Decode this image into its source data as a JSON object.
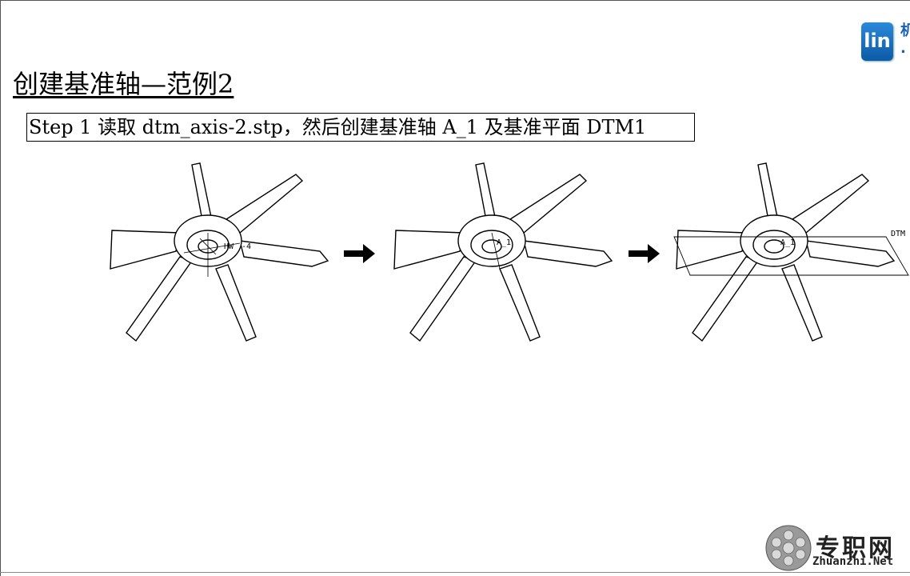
{
  "slide": {
    "title": "创建基准轴—范例2",
    "step": "Step 1    读取 dtm_axis-2.stp，然后创建基准轴 A_1 及基准平面 DTM1",
    "logo_text": "lin"
  },
  "figures": [
    {
      "labels": [
        "HW",
        "-4"
      ]
    },
    {
      "labels": [
        "A_1"
      ]
    },
    {
      "labels": [
        "A_1",
        "DTM"
      ]
    }
  ],
  "watermark": {
    "text": "专职网",
    "url": "Zhuanzhi.Net"
  }
}
